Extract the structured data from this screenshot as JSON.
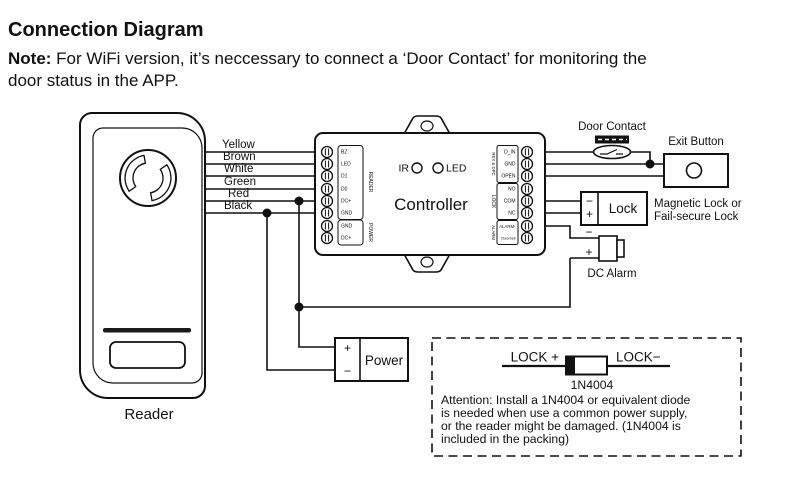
{
  "title": "Connection Diagram",
  "note": {
    "bold": "Note:",
    "line1_rest": " For WiFi version, it’s neccessary to connect a ‘Door Contact’ for monitoring the",
    "line2": "door status in the APP."
  },
  "reader": {
    "label": "Reader"
  },
  "wire_labels": [
    "Yellow",
    "Brown",
    "White",
    "Green",
    "Red",
    "Black"
  ],
  "controller": {
    "label": "Controller",
    "ir": "IR",
    "led": "LED",
    "left": {
      "reader_group": "READER",
      "reader_terminals": [
        "BZ",
        "LED",
        "D1",
        "D0",
        "DC+",
        "GND"
      ],
      "power_group": "POWER",
      "power_terminals": [
        "GND",
        "DC+"
      ]
    },
    "right": {
      "rex_group": "REX & DPC",
      "rex_terminals": [
        "D_IN",
        "GND",
        "OPEN"
      ],
      "lock_group": "LOCK",
      "lock_terminals": [
        "NO",
        "COM",
        "NC"
      ],
      "alarm_group": "ALARM",
      "alarm_terminals": [
        "ALARM-",
        "Doorbell"
      ]
    }
  },
  "door_contact": {
    "label": "Door Contact"
  },
  "exit_button": {
    "label": "Exit Button"
  },
  "lock": {
    "label": "Lock",
    "minus": "−",
    "plus": "+",
    "desc1": "Magnetic Lock or",
    "desc2": "Fail-secure Lock"
  },
  "dc_alarm": {
    "label": "DC Alarm",
    "minus": "−",
    "plus": "+"
  },
  "power": {
    "label": "Power",
    "plus": "+",
    "minus": "−"
  },
  "attention": {
    "lock_plus": "LOCK +",
    "lock_minus": "LOCK−",
    "diode": "1N4004",
    "line1": "Attention: Install a 1N4004 or equivalent diode",
    "line2": "is needed when use a common power supply,",
    "line3": "or the reader might be damaged. (1N4004 is",
    "line4": "included in the packing)"
  },
  "colors": {
    "line": "#111111",
    "background": "#ffffff"
  }
}
